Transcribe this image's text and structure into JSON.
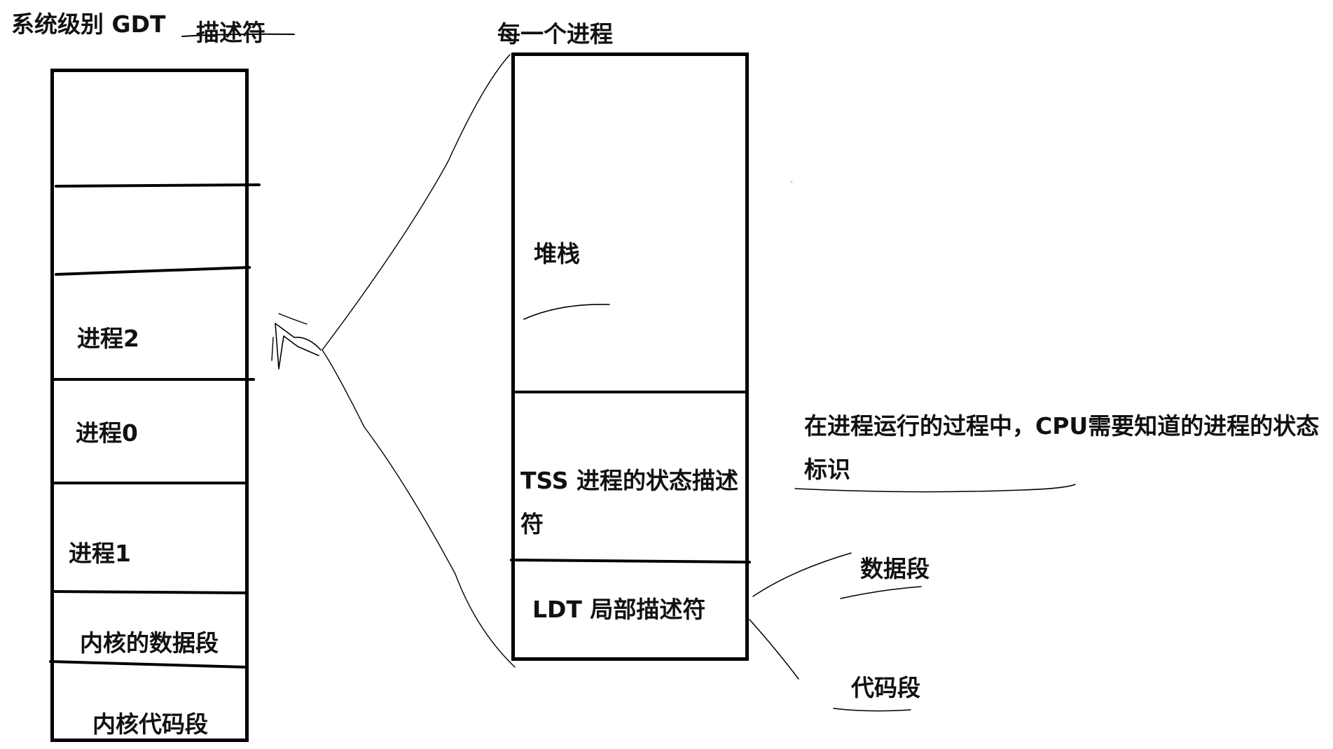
{
  "gdt": {
    "title": "系统级别 GDT",
    "title_suffix": "描述符",
    "rows": [
      "进程2",
      "进程0",
      "进程1",
      "内核的数据段",
      "内核代码段"
    ]
  },
  "process": {
    "title": "每一个进程",
    "stack": "堆栈",
    "tss": "TSS 进程的状态描述符",
    "ldt": "LDT 局部描述符"
  },
  "annotations": {
    "cpu_note": "在进程运行的过程中，CPU需要知道的进程的状态标识",
    "data_segment": "数据段",
    "code_segment": "代码段"
  }
}
